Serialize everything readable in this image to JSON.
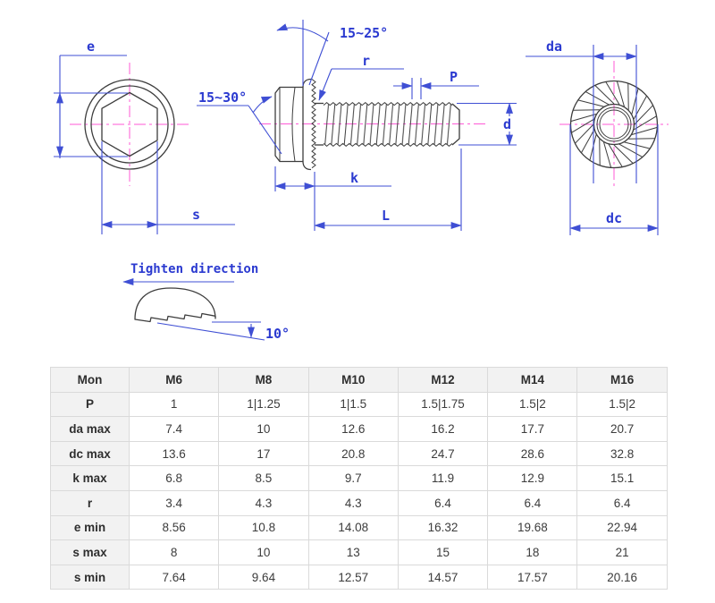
{
  "drawing": {
    "labels": {
      "e": "e",
      "s": "s",
      "k": "k",
      "L": "L",
      "r": "r",
      "P": "P",
      "d": "d",
      "da": "da",
      "dc": "dc",
      "head_chamfer_angle": "15~25°",
      "flange_cone_angle": "15~30°",
      "tighten_direction": "Tighten direction",
      "serration_angle": "10°"
    },
    "colors": {
      "dimension_blue": "#2b3ad0",
      "centerline_pink": "#ff5ad6",
      "outline_gray": "#3d3d3d"
    }
  },
  "table": {
    "header": [
      "Mon",
      "M6",
      "M8",
      "M10",
      "M12",
      "M14",
      "M16"
    ],
    "rows": [
      {
        "label": "P",
        "values": [
          "1",
          "1|1.25",
          "1|1.5",
          "1.5|1.75",
          "1.5|2",
          "1.5|2"
        ]
      },
      {
        "label": "da max",
        "values": [
          "7.4",
          "10",
          "12.6",
          "16.2",
          "17.7",
          "20.7"
        ]
      },
      {
        "label": "dc max",
        "values": [
          "13.6",
          "17",
          "20.8",
          "24.7",
          "28.6",
          "32.8"
        ]
      },
      {
        "label": "k max",
        "values": [
          "6.8",
          "8.5",
          "9.7",
          "11.9",
          "12.9",
          "15.1"
        ]
      },
      {
        "label": "r",
        "values": [
          "3.4",
          "4.3",
          "4.3",
          "6.4",
          "6.4",
          "6.4"
        ]
      },
      {
        "label": "e min",
        "values": [
          "8.56",
          "10.8",
          "14.08",
          "16.32",
          "19.68",
          "22.94"
        ]
      },
      {
        "label": "s max",
        "values": [
          "8",
          "10",
          "13",
          "15",
          "18",
          "21"
        ]
      },
      {
        "label": "s min",
        "values": [
          "7.64",
          "9.64",
          "12.57",
          "14.57",
          "17.57",
          "20.16"
        ]
      }
    ]
  }
}
